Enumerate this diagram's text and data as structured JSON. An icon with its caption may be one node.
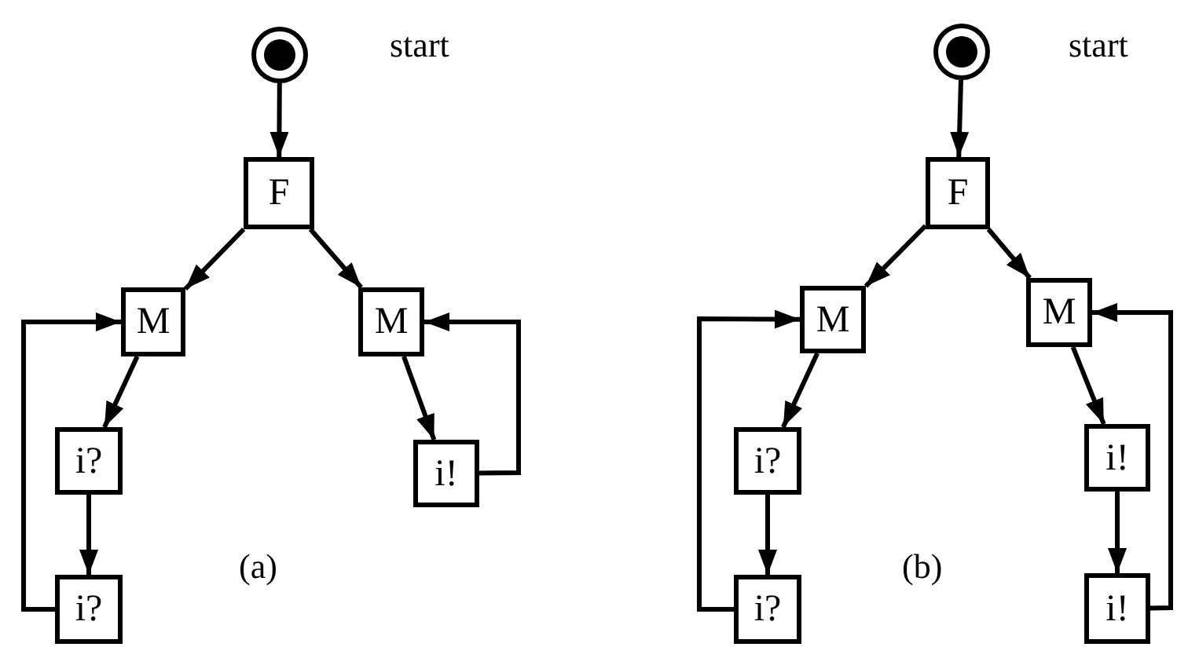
{
  "diagram": {
    "nodes": [
      {
        "text": [],
        "shape": "circle",
        "beside": [
          "start"
        ]
      },
      {
        "text": [
          "F"
        ]
      },
      {
        "text": [
          "M"
        ]
      },
      {
        "text": [
          "M"
        ]
      },
      {
        "text": [
          "i?"
        ]
      },
      {
        "text": [
          "i!"
        ]
      },
      {
        "text": [
          "i?"
        ]
      },
      {
        "text": [],
        "shape": "circle",
        "beside": [
          "start"
        ]
      },
      {
        "text": [
          "F"
        ]
      },
      {
        "text": [
          "M"
        ]
      },
      {
        "text": [
          "M"
        ]
      },
      {
        "text": [
          "i?"
        ]
      },
      {
        "text": [
          "i!"
        ]
      },
      {
        "text": [
          "i?"
        ]
      },
      {
        "text": [
          "i!"
        ]
      }
    ],
    "edges": [
      {
        "from": 0,
        "to": 1,
        "arrow": "to"
      },
      {
        "from": 1,
        "to": 2,
        "arrow": "to"
      },
      {
        "from": 1,
        "to": 3,
        "arrow": "to"
      },
      {
        "from": 2,
        "to": 4,
        "arrow": "to"
      },
      {
        "from": 4,
        "to": 6,
        "arrow": "to"
      },
      {
        "from": 6,
        "to": 2,
        "arrow": "to"
      },
      {
        "from": 3,
        "to": 5,
        "arrow": "to"
      },
      {
        "from": 5,
        "to": 3,
        "arrow": "to"
      },
      {
        "from": 7,
        "to": 8,
        "arrow": "to"
      },
      {
        "from": 8,
        "to": 9,
        "arrow": "to"
      },
      {
        "from": 8,
        "to": 10,
        "arrow": "to"
      },
      {
        "from": 9,
        "to": 11,
        "arrow": "to"
      },
      {
        "from": 11,
        "to": 13,
        "arrow": "to"
      },
      {
        "from": 13,
        "to": 9,
        "arrow": "to"
      },
      {
        "from": 10,
        "to": 12,
        "arrow": "to"
      },
      {
        "from": 12,
        "to": 14,
        "arrow": "to"
      },
      {
        "from": 14,
        "to": 10,
        "arrow": "to"
      }
    ],
    "labels": [
      "(a)",
      "(b)"
    ]
  }
}
